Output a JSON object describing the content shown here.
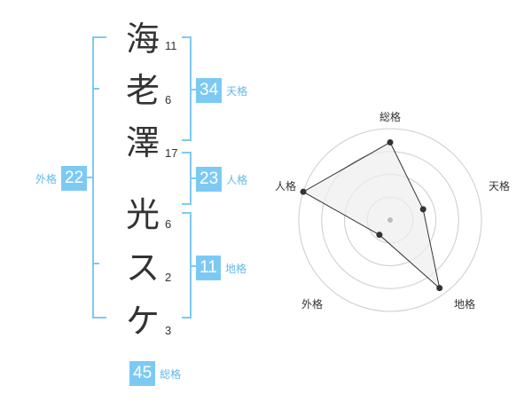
{
  "name": {
    "chars": [
      {
        "char": "海",
        "strokes": "11"
      },
      {
        "char": "老",
        "strokes": "6"
      },
      {
        "char": "澤",
        "strokes": "17"
      },
      {
        "char": "光",
        "strokes": "6"
      },
      {
        "char": "ス",
        "strokes": "2"
      },
      {
        "char": "ケ",
        "strokes": "3"
      }
    ]
  },
  "fortune": {
    "tenkaku": {
      "label": "天格",
      "value": "34"
    },
    "jinkaku": {
      "label": "人格",
      "value": "23"
    },
    "chikaku": {
      "label": "地格",
      "value": "11"
    },
    "gaikaku": {
      "label": "外格",
      "value": "22"
    },
    "soukaku": {
      "label": "総格",
      "value": "45"
    }
  },
  "radar": {
    "axes": [
      "総格",
      "天格",
      "地格",
      "外格",
      "人格"
    ],
    "values": [
      0.85,
      0.38,
      0.92,
      0.2,
      1.0
    ],
    "colors": {
      "grid": "#cccccc",
      "fill": "#eeeeee",
      "line": "#333333",
      "center": "#bbbbbb"
    }
  }
}
